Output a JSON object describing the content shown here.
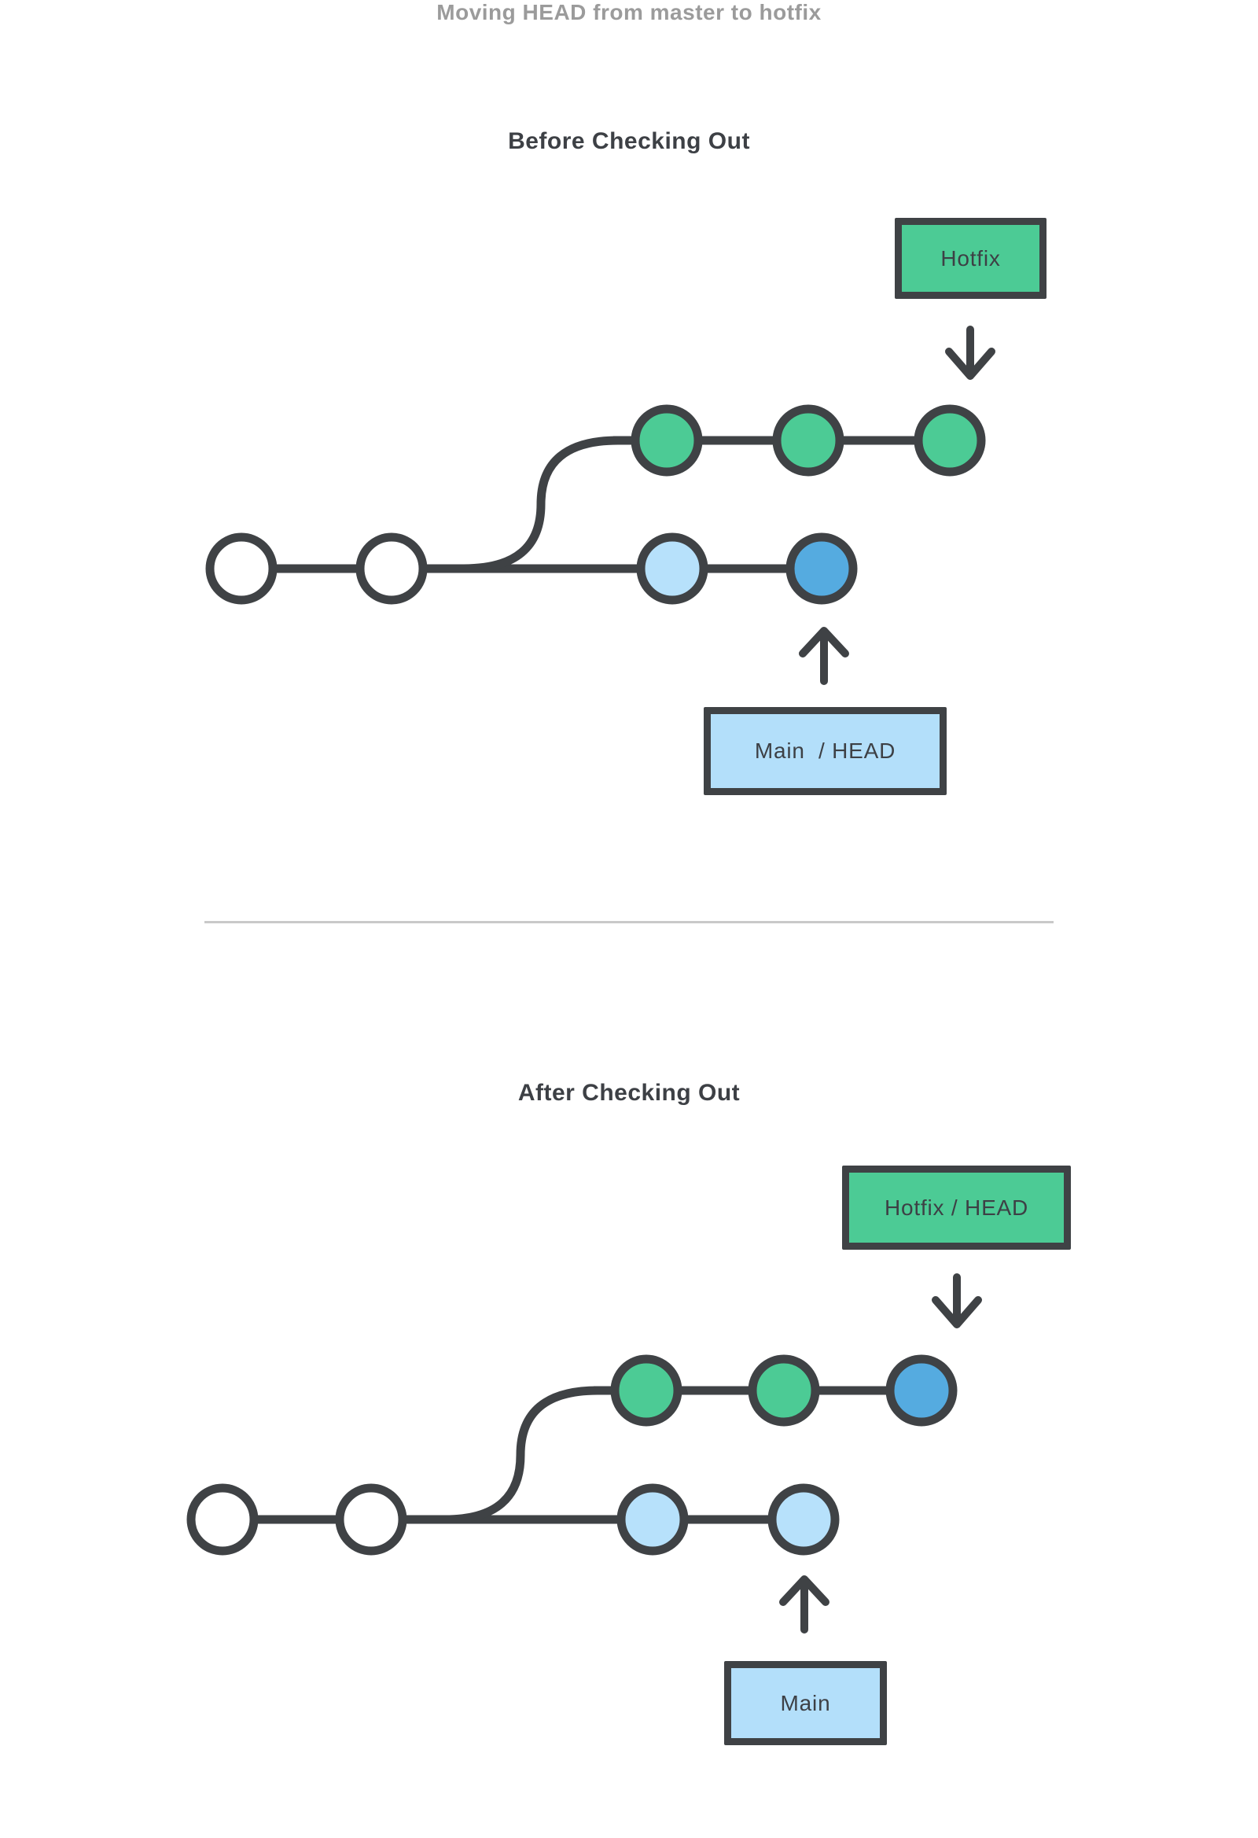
{
  "title": "Moving HEAD from master to hotfix",
  "colors": {
    "green": "#4CCB95",
    "light_blue": "#B7E1FB",
    "dark_blue": "#55ABE0",
    "outline": "#3F4245",
    "title_gray": "#9B9B9B",
    "heading_text": "#3D4045",
    "divider": "#C9C9C9"
  },
  "before": {
    "heading": "Before Checking Out",
    "hotfix_label": "Hotfix",
    "main_label": "Main  / HEAD",
    "hotfix_branch_commits": [
      "green",
      "green",
      "green"
    ],
    "main_branch_commits": [
      "white",
      "white",
      "light_blue",
      "dark_blue"
    ],
    "head_on": "main"
  },
  "after": {
    "heading": "After Checking Out",
    "hotfix_label": "Hotfix / HEAD",
    "main_label": "Main",
    "hotfix_branch_commits": [
      "green",
      "green",
      "dark_blue"
    ],
    "main_branch_commits": [
      "white",
      "white",
      "light_blue",
      "light_blue"
    ],
    "head_on": "hotfix"
  }
}
